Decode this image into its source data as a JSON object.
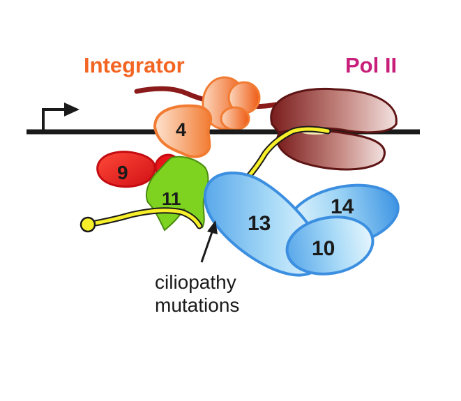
{
  "labels": {
    "integrator": "Integrator",
    "pol_ii": "Pol II",
    "ciliopathy_line1": "ciliopathy",
    "ciliopathy_line2": "mutations"
  },
  "subunits": {
    "s4": "4",
    "s9": "9",
    "s11": "11",
    "s13": "13",
    "s14": "14",
    "s10": "10"
  },
  "colors": {
    "integrator_title": "#f26522",
    "pol_ii_title": "#c8207a",
    "dna": "#1a1a1a",
    "rna": "#f7ef2a",
    "subunit_4": "#f7a46a",
    "subunit_9": "#e8141a",
    "subunit_11": "#7ed321",
    "subunits_blue": "#7cc4f2",
    "pol_ii": "#8b2c2c"
  },
  "icons": {
    "promoter": "promoter-arrow-icon",
    "pointer": "arrow-pointer-icon"
  }
}
